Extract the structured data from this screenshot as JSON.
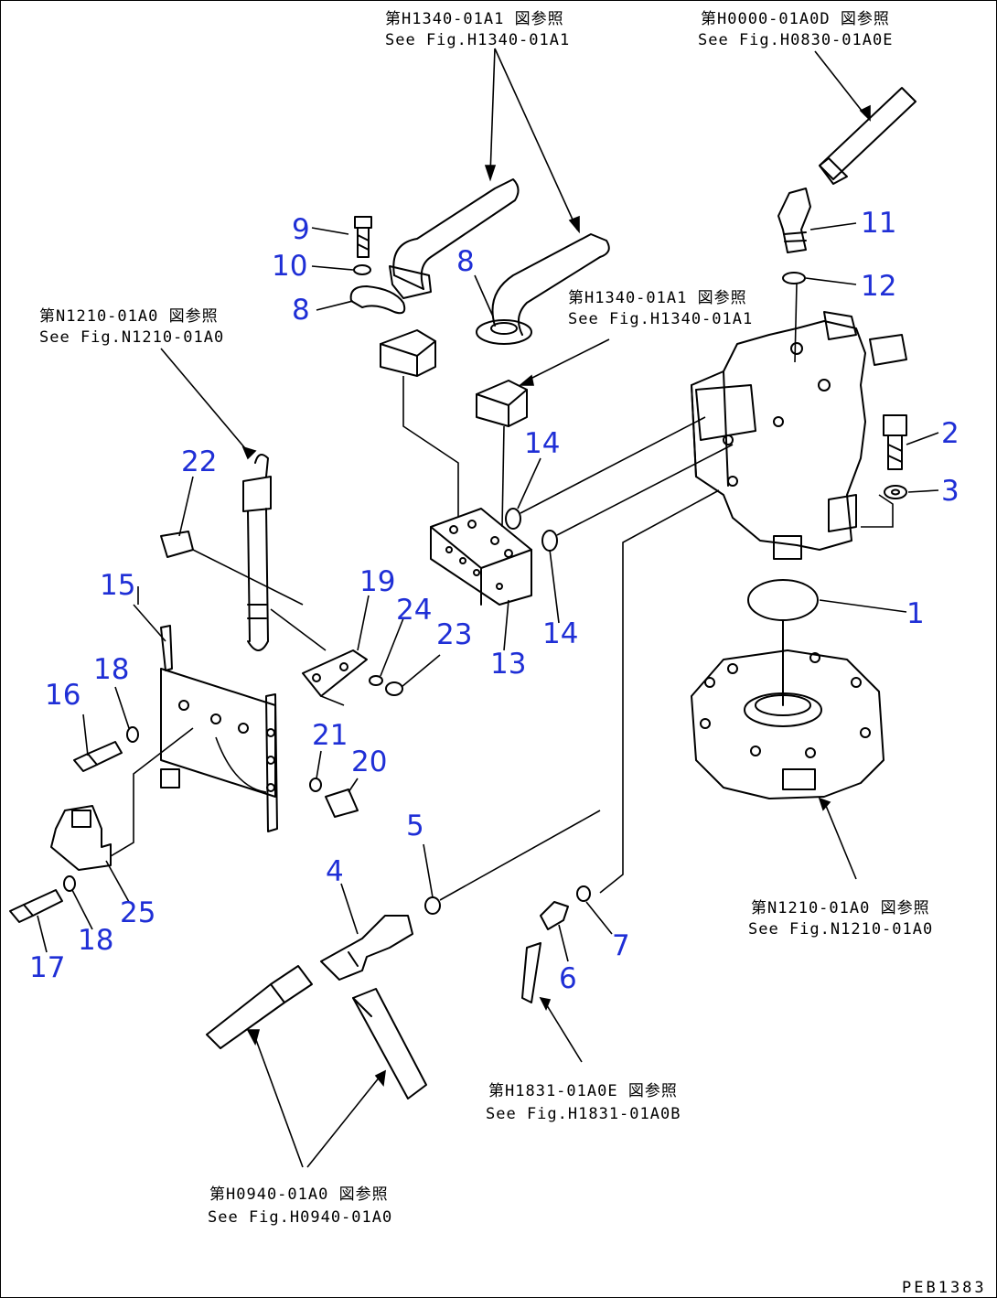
{
  "references": {
    "top_center_jp": "第H1340-01A1 図参照",
    "top_center_en": "See Fig.H1340-01A1",
    "top_right_jp": "第H0000-01A0D 図参照",
    "top_right_en": "See Fig.H0830-01A0E",
    "left_jp": "第N1210-01A0 図参照",
    "left_en": "See Fig.N1210-01A0",
    "mid_jp": "第H1340-01A1 図参照",
    "mid_en": "See Fig.H1340-01A1",
    "right_lower_jp": "第N1210-01A0 図参照",
    "right_lower_en": "See Fig.N1210-01A0",
    "bottom_mid_jp": "第H1831-01A0E 図参照",
    "bottom_mid_en": "See Fig.H1831-01A0B",
    "bottom_left_jp": "第H0940-01A0 図参照",
    "bottom_left_en": "See Fig.H0940-01A0"
  },
  "callouts": {
    "c1": "1",
    "c2": "2",
    "c3": "3",
    "c4": "4",
    "c5": "5",
    "c6": "6",
    "c7": "7",
    "c8a": "8",
    "c8b": "8",
    "c9": "9",
    "c10": "10",
    "c11": "11",
    "c12": "12",
    "c13": "13",
    "c14a": "14",
    "c14b": "14",
    "c15": "15",
    "c16": "16",
    "c17": "17",
    "c18a": "18",
    "c18b": "18",
    "c19": "19",
    "c20": "20",
    "c21": "21",
    "c22": "22",
    "c23": "23",
    "c24": "24",
    "c25": "25"
  },
  "drawing_code": "PEB1383",
  "colors": {
    "callout": "#1f2fd6",
    "line": "#000000"
  }
}
